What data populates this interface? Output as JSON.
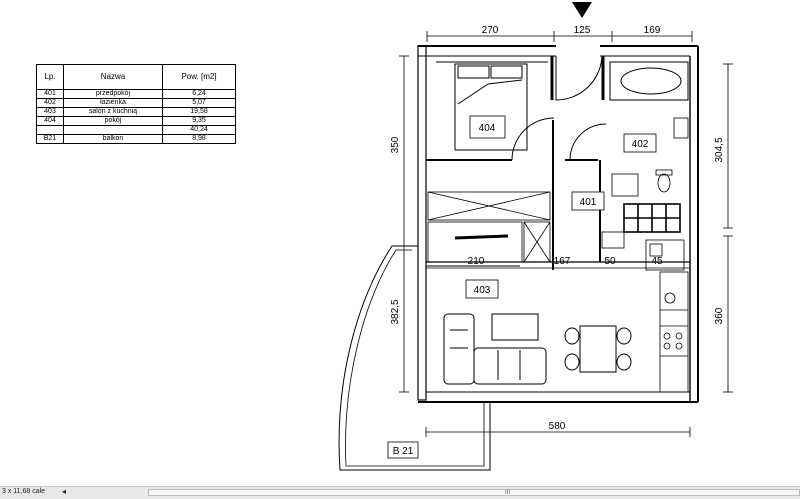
{
  "legend": {
    "headers": {
      "lp": "Lp.",
      "nazwa": "Nazwa",
      "pow": "Pow. [m2]"
    },
    "rows": [
      {
        "lp": "401",
        "name": "przedpokój",
        "area": "6,24"
      },
      {
        "lp": "402",
        "name": "łazienka",
        "area": "5,07"
      },
      {
        "lp": "403",
        "name": "salon z kuchnią",
        "area": "19,58"
      },
      {
        "lp": "404",
        "name": "pokój",
        "area": "9,35"
      },
      {
        "lp": "",
        "name": "",
        "area": "40,24"
      },
      {
        "lp": "B21",
        "name": "balkon",
        "area": "8,98"
      }
    ]
  },
  "dimensions": {
    "top_left": "270",
    "top_mid": "125",
    "top_right": "169",
    "left_upper": "350",
    "left_lower": "382,5",
    "right_upper": "304,5",
    "right_lower": "360",
    "inner_210": "210",
    "inner_167": "167",
    "inner_50": "50",
    "inner_45": "45",
    "bottom": "580"
  },
  "rooms": {
    "r404": "404",
    "r402": "402",
    "r401": "401",
    "r403": "403",
    "balcony": "B 21"
  },
  "status": {
    "zoom_text": "3 x 11,68 cale",
    "scroll_left_arrow": "◂",
    "scroll_thumb": "III"
  }
}
